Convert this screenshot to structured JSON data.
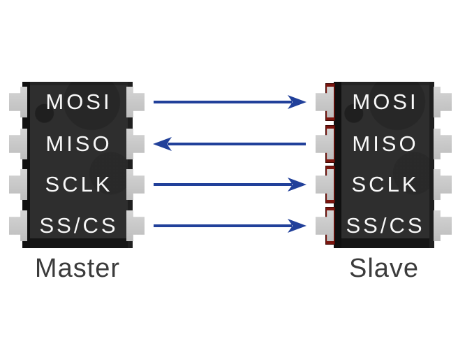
{
  "master": {
    "label": "Master",
    "pins": [
      "MOSI",
      "MISO",
      "SCLK",
      "SS/CS"
    ]
  },
  "slave": {
    "label": "Slave",
    "pins": [
      "MOSI",
      "MISO",
      "SCLK",
      "SS/CS"
    ]
  },
  "signals": [
    {
      "name": "MOSI",
      "from": "Master",
      "to": "Slave",
      "direction": "right"
    },
    {
      "name": "MISO",
      "from": "Slave",
      "to": "Master",
      "direction": "left"
    },
    {
      "name": "SCLK",
      "from": "Master",
      "to": "Slave",
      "direction": "right"
    },
    {
      "name": "SS/CS",
      "from": "Master",
      "to": "Slave",
      "direction": "right"
    }
  ],
  "colors": {
    "arrow": "#21409a",
    "chip_body": "#2e2e2e",
    "chip_edge": "#101010",
    "pin": "#c9c9c9",
    "pin_label": "#f8f8f8",
    "caption": "#3b3b3b",
    "slave_accent": "#7a150e",
    "background": "#ffffff"
  }
}
